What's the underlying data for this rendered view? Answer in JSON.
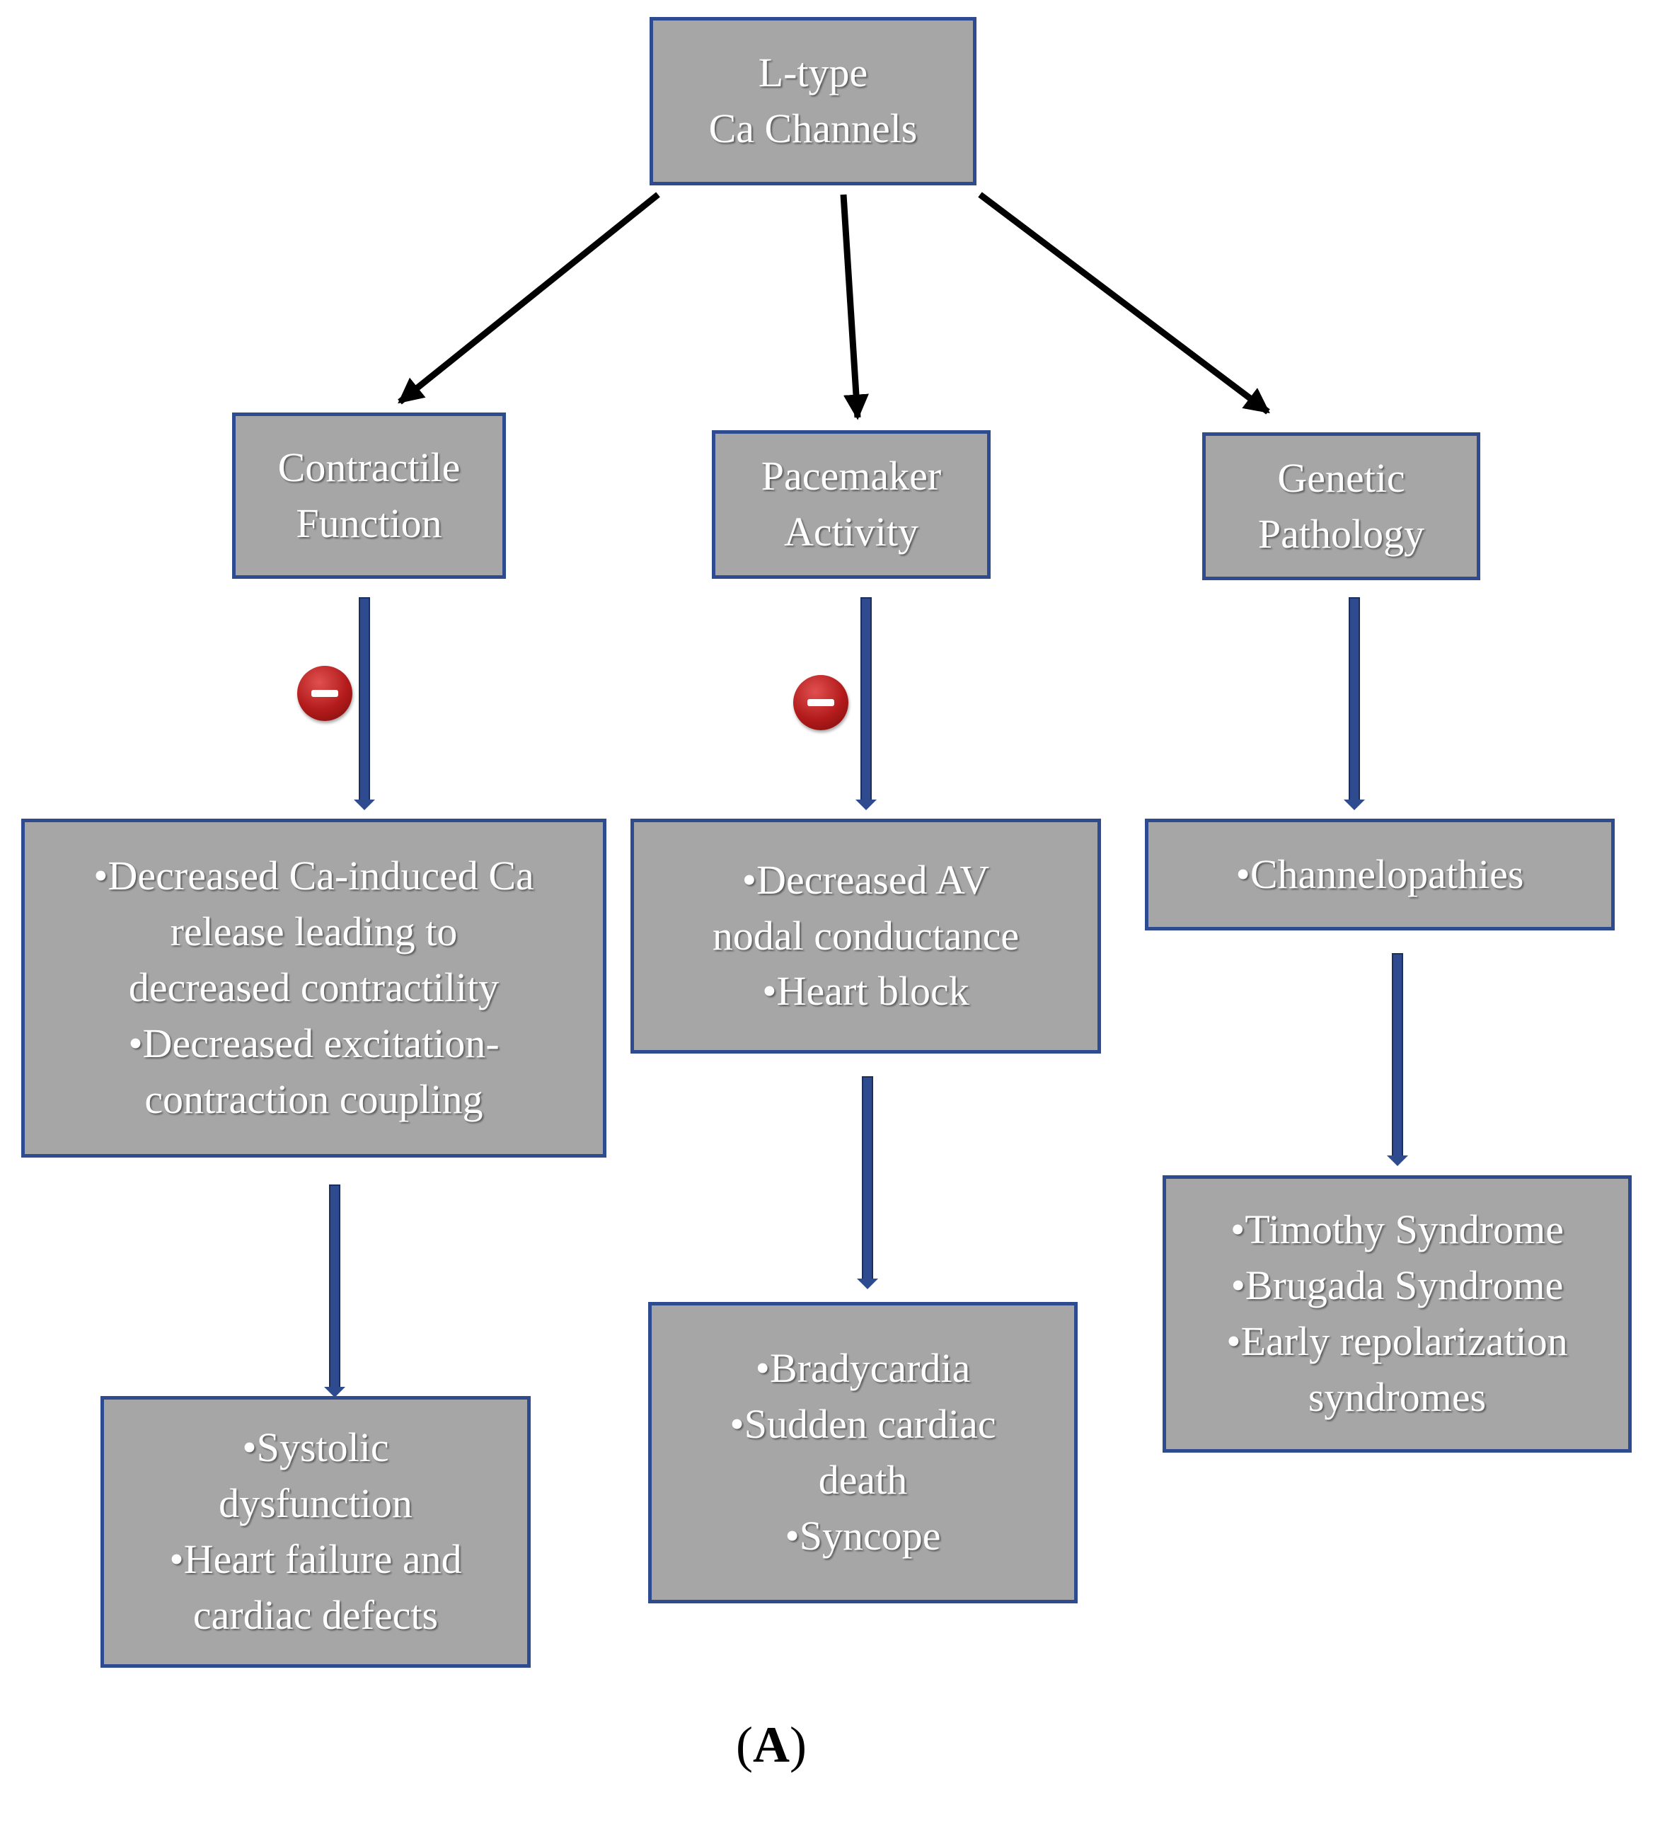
{
  "nodes": {
    "root": {
      "lines": [
        "L-type",
        "Ca Channels"
      ]
    },
    "contractile": {
      "lines": [
        "Contractile",
        "Function"
      ]
    },
    "pacemaker": {
      "lines": [
        "Pacemaker",
        "Activity"
      ]
    },
    "genetic": {
      "lines": [
        "Genetic",
        "Pathology"
      ]
    },
    "contractile_effects": {
      "lines": [
        "•Decreased Ca-induced Ca",
        "release leading to",
        "decreased contractility",
        "•Decreased excitation-",
        "contraction coupling"
      ]
    },
    "pacemaker_effects": {
      "lines": [
        "•Decreased AV",
        "nodal conductance",
        "•Heart block"
      ]
    },
    "genetic_effects": {
      "lines": [
        "•Channelopathies"
      ]
    },
    "contractile_outcomes": {
      "lines": [
        "•Systolic",
        "dysfunction",
        "•Heart failure and",
        "cardiac defects"
      ]
    },
    "pacemaker_outcomes": {
      "lines": [
        "•Bradycardia",
        "•Sudden cardiac",
        "death",
        "•Syncope"
      ]
    },
    "genetic_outcomes": {
      "lines": [
        "•Timothy Syndrome",
        "•Brugada Syndrome",
        "•Early repolarization",
        "syndromes"
      ]
    }
  },
  "caption": {
    "open": "(",
    "letter": "A",
    "close": ")"
  },
  "colors": {
    "box_fill": "#a6a6a6",
    "box_border": "#2f4b8f",
    "box_text": "#ffffff",
    "black_arrow": "#000000",
    "blue_arrow": "#2f4b8f",
    "inhibit_icon": "#b31b1b"
  },
  "icons": {
    "inhibition": "minus-circle-icon"
  }
}
